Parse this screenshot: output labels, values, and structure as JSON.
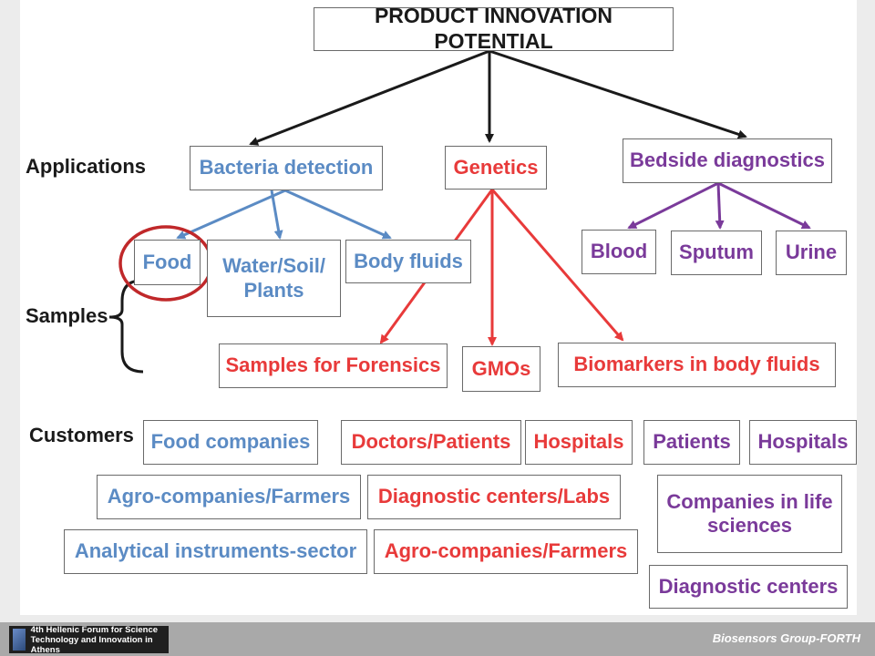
{
  "title": "PRODUCT INNOVATION POTENTIAL",
  "labels": {
    "applications": "Applications",
    "samples": "Samples",
    "customers": "Customers"
  },
  "applications": {
    "bacteria": "Bacteria detection",
    "genetics": "Genetics",
    "bedside": "Bedside diagnostics"
  },
  "samples": {
    "food": "Food",
    "water": "Water/Soil/ Plants",
    "body_fluids": "Body fluids",
    "forensics": "Samples for Forensics",
    "gmos": "GMOs",
    "biomarkers": "Biomarkers in body fluids",
    "blood": "Blood",
    "sputum": "Sputum",
    "urine": "Urine"
  },
  "customers": {
    "food_companies": "Food companies",
    "agro_blue": "Agro-companies/Farmers",
    "analytical": "Analytical instruments-sector",
    "doctors": "Doctors/Patients",
    "hospitals_red": "Hospitals",
    "diag_labs": "Diagnostic centers/Labs",
    "agro_red": "Agro-companies/Farmers",
    "patients": "Patients",
    "hospitals_purple": "Hospitals",
    "life_sciences": "Companies in life sciences",
    "diag_centers": "Diagnostic centers"
  },
  "footer": {
    "logo_text": "4th Hellenic Forum for Science Technology and Innovation in Athens",
    "credit": "Biosensors Group-FORTH"
  },
  "colors": {
    "blue": "#5b8bc4",
    "red": "#e83a3a",
    "purple": "#7a3a9a",
    "black": "#1a1a1a"
  }
}
